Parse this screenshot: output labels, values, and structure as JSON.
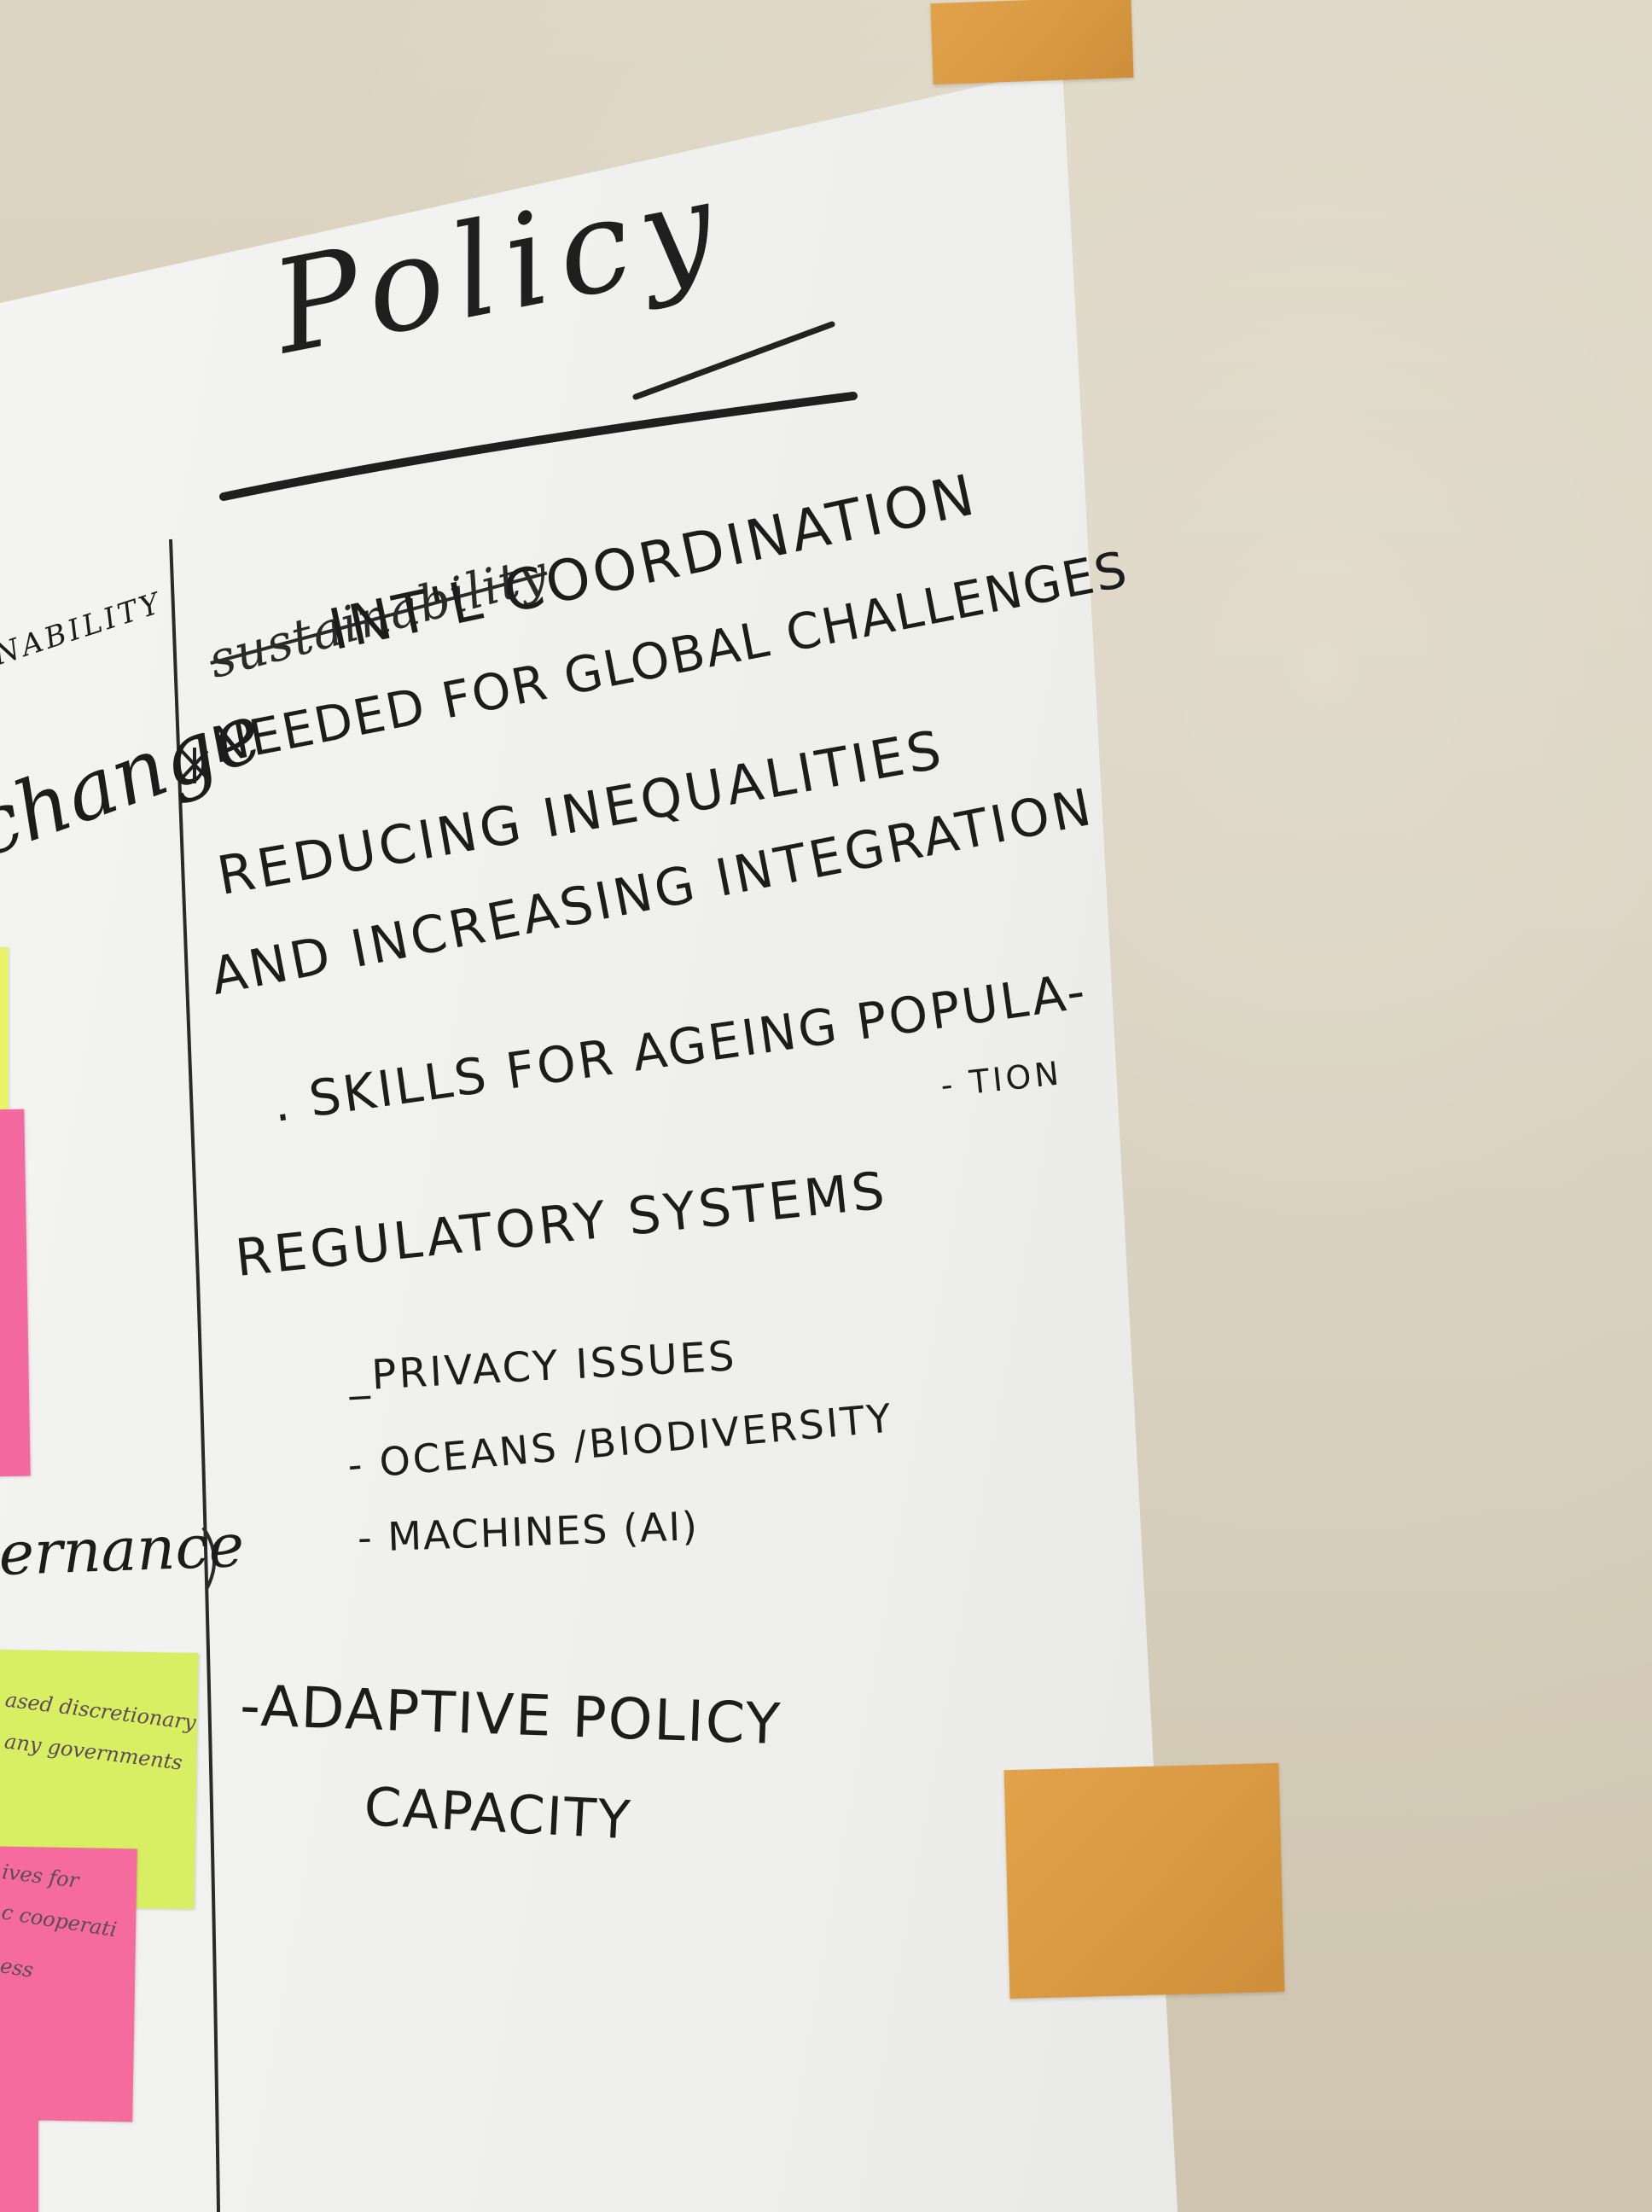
{
  "board": {
    "title": "Policy",
    "struck_word": "sustainability",
    "items": [
      "INT'L COORDINATION",
      "NEEDED FOR GLOBAL CHALLENGES",
      "REDUCING INEQUALITIES",
      "AND INCREASING INTEGRATION",
      ". SKILLS FOR AGEING POPULA-",
      "- TION",
      "REGULATORY SYSTEMS",
      "_PRIVACY ISSUES",
      "- OCEANS /BIODIVERSITY",
      "- MACHINES (AI)",
      "-ADAPTIVE POLICY",
      "CAPACITY"
    ]
  },
  "left_column": {
    "label_top": "NABILITY",
    "label_change": "change",
    "label_governance": "ernance"
  },
  "stickies": {
    "yellow_line1": "ased discretionary",
    "yellow_line2": "any governments",
    "pink_line1": "ives for",
    "pink_line2": "c cooperati",
    "pink_line3": "ess"
  },
  "colors": {
    "ink": "#1c1c1c",
    "tape": "#d99a43",
    "sticky_pink": "#f56b9d",
    "sticky_yellow": "#d9ef63",
    "wall": "#d9d1bd"
  }
}
